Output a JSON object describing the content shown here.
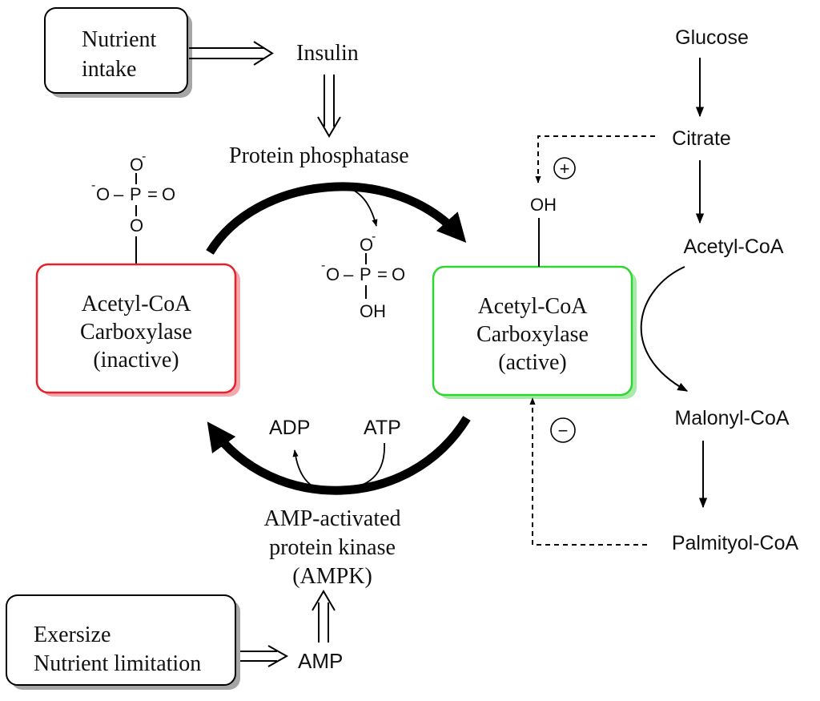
{
  "colors": {
    "inactive_border": "#e8202a",
    "inactive_shadow": "#f2a8ac",
    "active_border": "#2fd62f",
    "active_shadow": "#a8eaa8",
    "box_shadow": "#a6a6a6",
    "ink": "#000000"
  },
  "boxes": {
    "nutrient_intake": [
      "Nutrient",
      "intake"
    ],
    "exercise": [
      "Exersize",
      "Nutrient limitation"
    ]
  },
  "enzyme": {
    "inactive": [
      "Acetyl-CoA",
      "Carboxylase",
      "(inactive)"
    ],
    "active": [
      "Acetyl-CoA",
      "Carboxylase",
      "(active)"
    ]
  },
  "labels": {
    "insulin": "Insulin",
    "protein_phosphatase": "Protein phosphatase",
    "ampk": [
      "AMP-activated",
      "protein kinase",
      "(AMPK)"
    ],
    "amp": "AMP",
    "adp": "ADP",
    "atp": "ATP",
    "hydroxyl": "OH"
  },
  "phosphate": {
    "atom_o": "O",
    "atom_p": "P",
    "minus": "-",
    "double_bond": "=",
    "bond_dash": "–",
    "hydroxyl": "OH"
  },
  "pathway": {
    "steps": [
      "Glucose",
      "Citrate",
      "Acetyl-CoA",
      "Malonyl-CoA",
      "Palmityol-CoA"
    ]
  },
  "regulation": {
    "activator_symbol": "+",
    "inhibitor_symbol": "−"
  }
}
